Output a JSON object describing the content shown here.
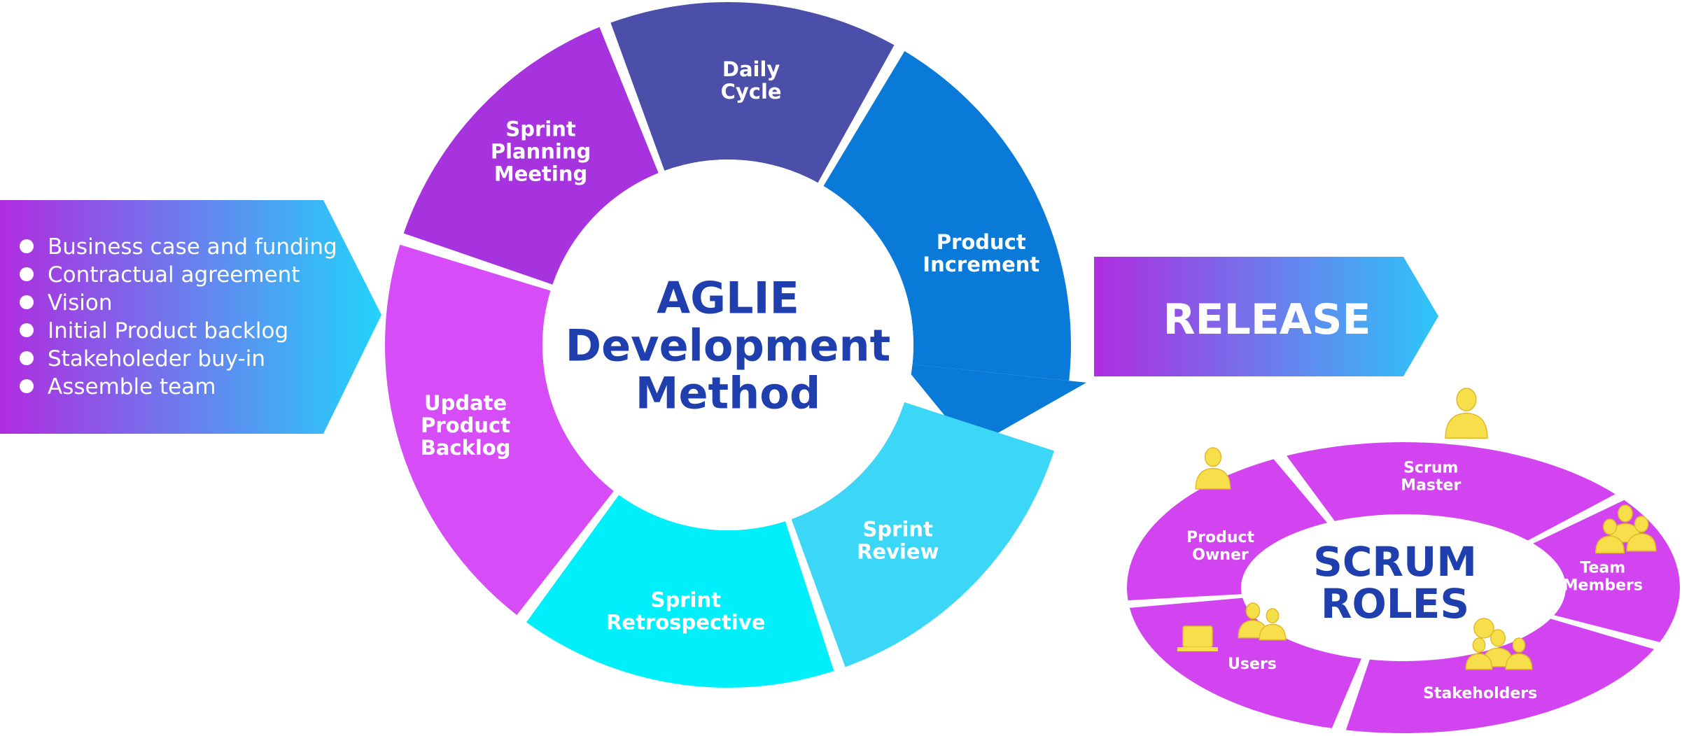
{
  "cycle": {
    "center_title": [
      "AGLIE",
      "Development",
      "Method"
    ],
    "segments": [
      {
        "id": "daily-cycle",
        "lines": [
          "Daily",
          "Cycle"
        ],
        "color": "#4c4faa"
      },
      {
        "id": "product-increment",
        "lines": [
          "Product",
          "Increment"
        ],
        "color": "#0a7ad8"
      },
      {
        "id": "sprint-review",
        "lines": [
          "Sprint",
          "Review"
        ],
        "color": "#3cd7f6"
      },
      {
        "id": "sprint-retrospective",
        "lines": [
          "Sprint",
          "Retrospective"
        ],
        "color": "#00f0fb"
      },
      {
        "id": "update-product-backlog",
        "lines": [
          "Update",
          "Product",
          "Backlog"
        ],
        "color": "#d64df7"
      },
      {
        "id": "sprint-planning-meeting",
        "lines": [
          "Sprint",
          "Planning",
          "Meeting"
        ],
        "color": "#a733df"
      }
    ]
  },
  "inputs": {
    "items": [
      "Business case and funding",
      "Contractual agreement",
      "Vision",
      "Initial Product backlog",
      "Stakeholeder buy-in",
      "Assemble team"
    ],
    "gradient": [
      "#b02ce0",
      "#22d3fb"
    ]
  },
  "release": {
    "label": "RELEASE",
    "gradient": [
      "#b02ce0",
      "#2cc6f8"
    ]
  },
  "scrum": {
    "center_title": [
      "SCRUM",
      "ROLES"
    ],
    "roles": [
      {
        "id": "scrum-master",
        "lines": [
          "Scrum",
          "Master"
        ]
      },
      {
        "id": "team-members",
        "lines": [
          "Team",
          "Members"
        ]
      },
      {
        "id": "stakeholders",
        "lines": [
          "Stakeholders"
        ]
      },
      {
        "id": "users",
        "lines": [
          "Users"
        ]
      },
      {
        "id": "product-owner",
        "lines": [
          "Product",
          "Owner"
        ]
      }
    ],
    "ring_color": "#d244ef",
    "icon_color": "#f6df4a"
  }
}
